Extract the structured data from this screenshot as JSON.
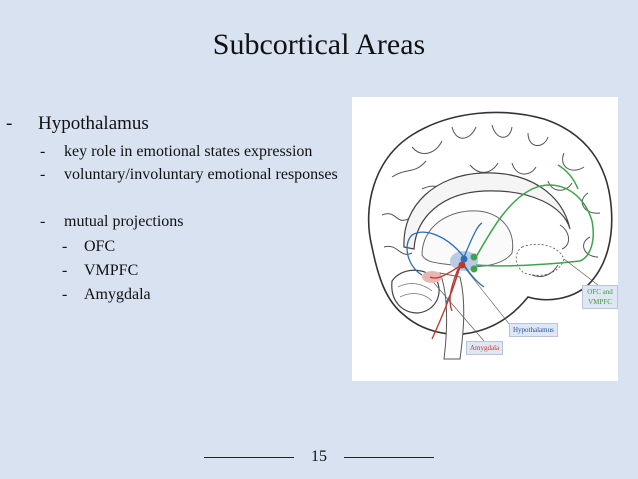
{
  "slide": {
    "title": "Subcortical Areas",
    "page_number": "15"
  },
  "bullets": {
    "main": "Hypothalamus",
    "sub1": "key role in emotional states expression",
    "sub2": "voluntary/involuntary emotional responses",
    "sub3": "mutual projections",
    "proj1": "OFC",
    "proj2": "VMPFC",
    "proj3": "Amygdala",
    "dash": "-"
  },
  "figure": {
    "label_ofc_vmpfc_line1": "OFC and",
    "label_ofc_vmpfc_line2": "VMPFC",
    "label_hypothalamus": "Hypothalamus",
    "label_amygdala": "Amygdala",
    "colors": {
      "ofc_pathway": "#3fa34d",
      "hypothalamus_pathway": "#2a6fb5",
      "amygdala_pathway": "#c0392b",
      "label_ofc": "#3a9a46",
      "label_hypo": "#1f4e9c",
      "label_amyg": "#c0392b"
    }
  }
}
